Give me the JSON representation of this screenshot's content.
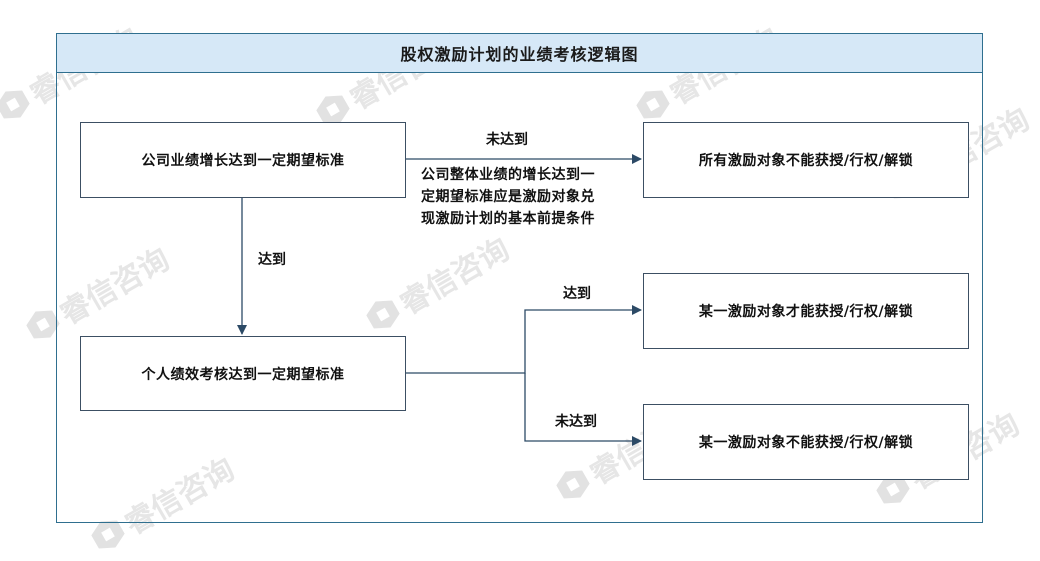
{
  "title": "股权激励计划的业绩考核逻辑图",
  "nodes": {
    "company": "公司业绩增长达到一定期望标准",
    "personal": "个人绩效考核达到一定期望标准",
    "none_all": "所有激励对象不能获授/行权/解锁",
    "some_can": "某一激励对象才能获授/行权/解锁",
    "some_cannot": "某一激励对象不能获授/行权/解锁"
  },
  "edges": {
    "company_not_reached": "未达到",
    "company_reached": "达到",
    "personal_reached": "达到",
    "personal_not_reached": "未达到"
  },
  "note": {
    "line1": "公司整体业绩的增长达到一",
    "line2": "定期望标准应是激励对象兑",
    "line3": "现激励计划的基本前提条件"
  },
  "watermark": {
    "text": "睿信咨询",
    "icon": "hexagon-logo-icon"
  },
  "colors": {
    "title_bg": "#d6e8f7",
    "border": "#2f6f8f",
    "line": "#2c4a66"
  }
}
